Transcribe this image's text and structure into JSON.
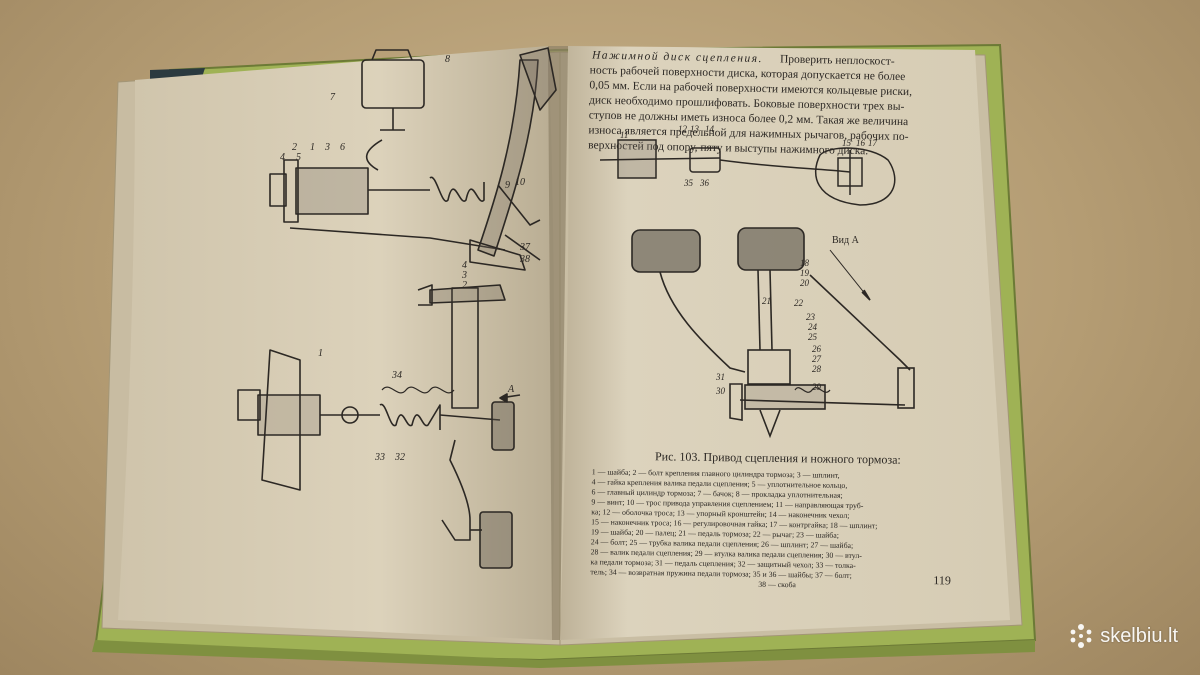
{
  "right_page": {
    "heading": "Нажимной диск сцепления.",
    "paragraph_lines": [
      "Проверить неплоскост-",
      "ность рабочей поверхности диска, которая допускается не более",
      "0,05 мм. Если на рабочей поверхности имеются кольцевые риски,",
      "диск необходимо прошлифовать. Боковые поверхности трех вы-",
      "ступов не должны иметь износа более 0,2 мм. Такая же величина",
      "износа является предельной для нажимных рычагов, рабочих по-",
      "верхностей под опору, пяту и выступы нажимного диска."
    ],
    "view_label": "Вид А",
    "caption": "Рис. 103. Привод сцепления и ножного тормоза:",
    "legend_lines": [
      "1 — шайба; 2 — болт крепления главного цилиндра тормоза; 3 — шплинт,",
      "4 — гайка крепления валика педали сцепления; 5 — уплотнительное кольцо,",
      "6 — главный цилиндр тормоза; 7 — бачок; 8 — прокладка уплотнительная;",
      "9 — винт; 10 — трос привода управления сцеплением; 11 — направляющая труб-",
      "ка; 12 — оболочка троса; 13 — упорный кронштейн; 14 — наконечник чехол;",
      "15 — наконечник троса; 16 — регулировочная гайка; 17 — контргайка; 18 — шплинт;",
      "19 — шайба; 20 — палец; 21 — педаль тормоза; 22 — рычаг; 23 — шайба;",
      "24 — болт; 25 — трубка валика педали сцепления; 26 — шплинт; 27 — шайба;",
      "28 — валик педали сцепления; 29 — втулка валика педали сцепления; 30 — втул-",
      "ка педали тормоза; 31 — педаль сцепления; 32 — защитный чехол; 33 — толка-",
      "тель; 34 — возвратная пружина педали тормоза; 35 и 36 — шайбы; 37 — болт;",
      "38 — скоба"
    ],
    "page_number": "119"
  },
  "diagram_labels": {
    "left": [
      "8",
      "7",
      "1",
      "3",
      "6",
      "2",
      "4",
      "5",
      "9",
      "10",
      "37",
      "38",
      "4",
      "3",
      "2",
      "1",
      "34",
      "А",
      "33",
      "32"
    ],
    "right_top": [
      "11",
      "12",
      "13",
      "14",
      "15",
      "16",
      "17",
      "35",
      "36"
    ],
    "right_bottom": [
      "18",
      "19",
      "20",
      "21",
      "22",
      "23",
      "24",
      "25",
      "26",
      "27",
      "28",
      "29",
      "30",
      "31"
    ]
  },
  "watermark": {
    "text": "skelbiu.lt"
  },
  "colors": {
    "page": "#ddd3bd",
    "ink": "#2c2824",
    "cover_green": "#a9bf59",
    "table": "#b59d74"
  }
}
